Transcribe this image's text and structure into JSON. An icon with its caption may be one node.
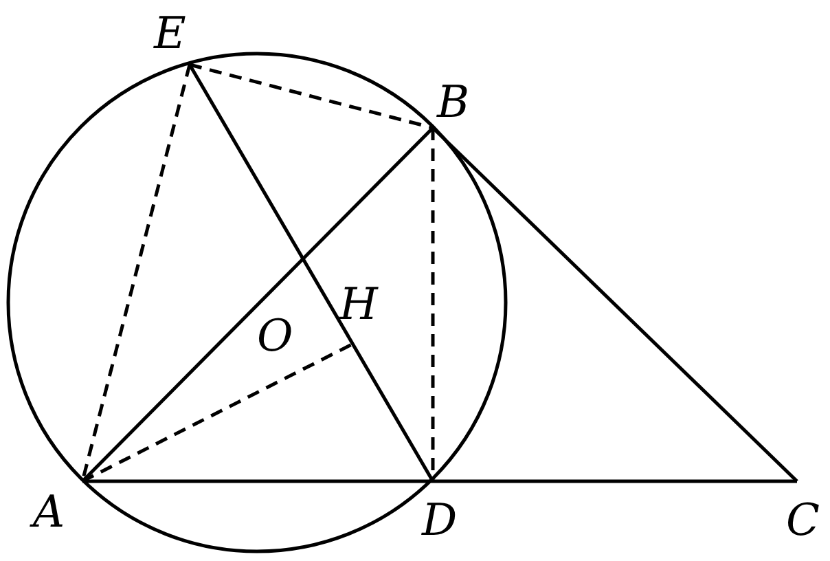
{
  "diagram": {
    "nodes": [
      {
        "text": [
          "E"
        ]
      },
      {
        "text": [
          "B"
        ]
      },
      {
        "text": [
          "O"
        ]
      },
      {
        "text": [
          "H"
        ]
      },
      {
        "text": [
          "A"
        ]
      },
      {
        "text": [
          "D"
        ]
      },
      {
        "text": [
          "C"
        ]
      }
    ],
    "edges": [
      {
        "from": 4,
        "to": 1,
        "arrow": "none"
      },
      {
        "from": 0,
        "to": 5,
        "arrow": "none"
      },
      {
        "from": 1,
        "to": 6,
        "arrow": "none"
      },
      {
        "from": 4,
        "to": 6,
        "arrow": "none"
      },
      {
        "from": 0,
        "to": 1,
        "arrow": "none",
        "style": "dashed"
      },
      {
        "from": 0,
        "to": 4,
        "arrow": "none",
        "style": "dashed"
      },
      {
        "from": 1,
        "to": 5,
        "arrow": "none",
        "style": "dashed"
      },
      {
        "from": 4,
        "to": 3,
        "arrow": "none",
        "style": "dashed"
      }
    ]
  }
}
